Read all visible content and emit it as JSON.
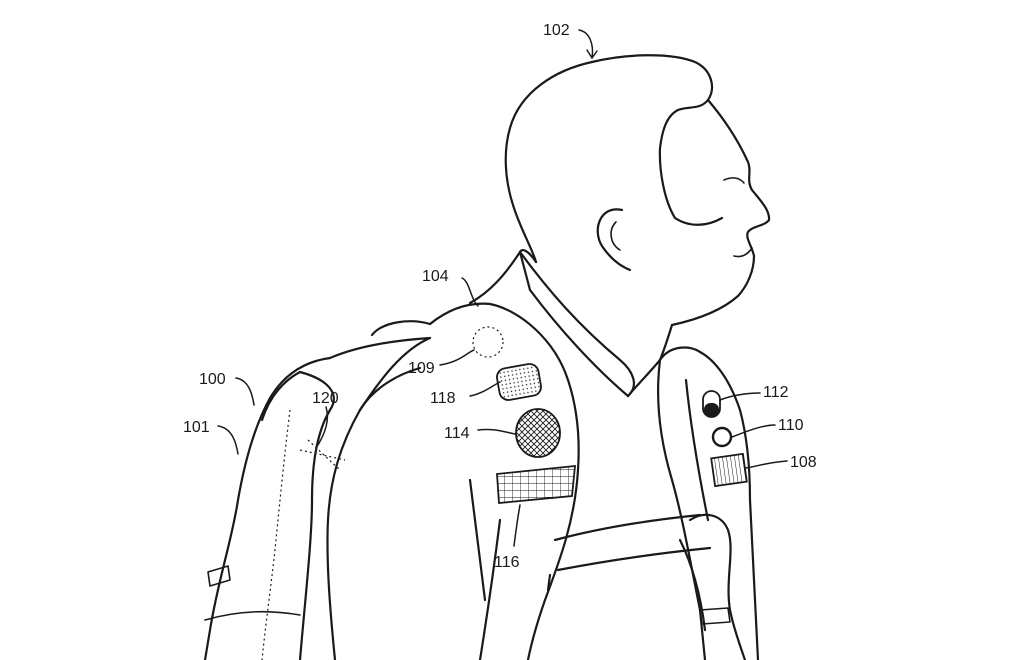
{
  "labels": {
    "user": "102",
    "shoulder_strap": "104",
    "backpack": "100",
    "backpack_body": "101",
    "panel": "120",
    "sensor_109": "109",
    "sensor_118": "118",
    "sensor_114": "114",
    "band_116": "116",
    "component_112": "112",
    "component_110": "110",
    "component_108": "108"
  },
  "colors": {
    "stroke": "#1a1a1a",
    "background": "#ffffff"
  }
}
